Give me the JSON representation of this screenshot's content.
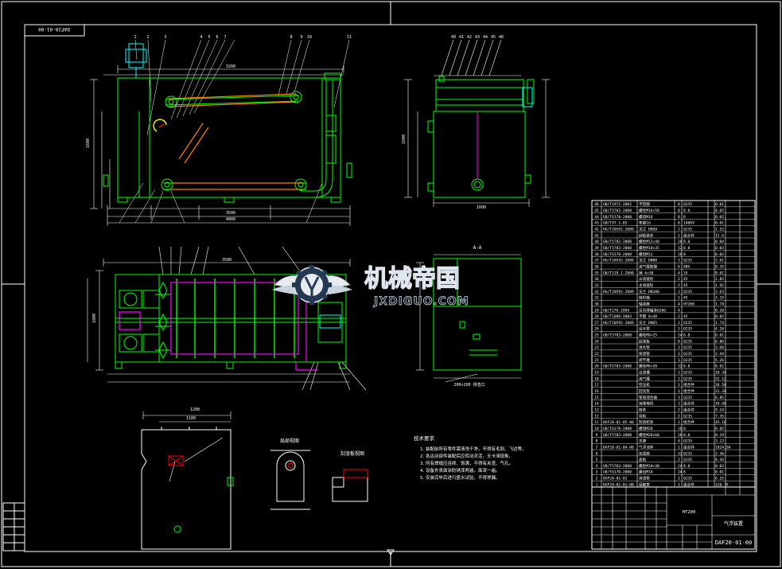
{
  "drawing": {
    "number_rotated": "DAF20-01-00",
    "number_title_block": "DAF20-01-00",
    "title_block_name": "气浮装置",
    "title_block_material": "HT200",
    "section_label": "A-A",
    "note_heading": "技术要求",
    "notes": [
      "1. 装配前所有零件需清洗干净，不得有毛刺、飞边等。",
      "2. 各运动部件装配后应转动灵活，无卡滞现象。",
      "3. 所有焊缝应连续、饱满，不得有夹渣、气孔。",
      "4. 设备外表面涂防锈漆两遍，面漆一遍。",
      "5. 安装完毕后进行盛水试验，不得渗漏。"
    ],
    "detail_labels": [
      "局部视图",
      "刮渣板视图"
    ],
    "top_item_numbers": [
      "1",
      "2",
      "3",
      "4",
      "5",
      "6",
      "7",
      "8",
      "9",
      "10",
      "11"
    ],
    "right_item_numbers": [
      "40",
      "41",
      "42",
      "43",
      "44",
      "45",
      "46"
    ]
  },
  "parts_list": {
    "rows": [
      [
        "46",
        "GB/T1972-2002",
        "平垫圈",
        "8",
        "Q235",
        "",
        "0.01"
      ],
      [
        "45",
        "GB/T5783-2000",
        "螺栓M16×50",
        "8",
        "8.8",
        "",
        "0.05"
      ],
      [
        "44",
        "GB/T6170-2000",
        "螺母M16",
        "8",
        "8",
        "",
        "0.02"
      ],
      [
        "43",
        "GB/T97.1-85",
        "垫圈16",
        "8",
        "140HV",
        "",
        "0.01"
      ],
      [
        "42",
        "HG/T20592-2009",
        "法兰 DN50",
        "2",
        "Q235",
        "",
        "1.52"
      ],
      [
        "41",
        "",
        "刮板链条",
        "1",
        "组合件",
        "",
        "12.6"
      ],
      [
        "40",
        "GB/T5782-2000",
        "螺栓M12×40",
        "16",
        "8.8",
        "",
        "0.04"
      ],
      [
        "39",
        "GB/T5783-2000",
        "螺栓M10×35",
        "12",
        "8.8",
        "",
        "0.03"
      ],
      [
        "38",
        "GB/T6170-2000",
        "螺母M12",
        "16",
        "8",
        "",
        "0.02"
      ],
      [
        "37",
        "HG/T20592-2009",
        "法兰 DN80",
        "1",
        "Q235",
        "",
        "2.01"
      ],
      [
        "36",
        "",
        "溶气释放器",
        "6",
        "ABS",
        "",
        "0.35"
      ],
      [
        "35",
        "GB/T119.1-2000",
        "销 6×30",
        "4",
        "35",
        "",
        "0.01"
      ],
      [
        "34",
        "",
        "从动链轮",
        "2",
        "45",
        "",
        "1.85"
      ],
      [
        "33",
        "",
        "主动链轮",
        "2",
        "45",
        "",
        "1.92"
      ],
      [
        "32",
        "HG/T20592-2009",
        "法兰 DN100",
        "1",
        "Q235",
        "",
        "2.63"
      ],
      [
        "31",
        "",
        "链轮轴",
        "1",
        "45",
        "",
        "3.15"
      ],
      [
        "30",
        "",
        "轴承座",
        "4",
        "HT200",
        "",
        "1.78"
      ],
      [
        "29",
        "GB/T276-1994",
        "深沟球轴承6206",
        "4",
        "",
        "",
        "0.20"
      ],
      [
        "28",
        "GB/T1096-2003",
        "平键 8×40",
        "2",
        "45",
        "",
        "0.02"
      ],
      [
        "27",
        "HG/T20592-2009",
        "法兰 DN65",
        "1",
        "Q235",
        "",
        "1.74"
      ],
      [
        "26",
        "",
        "出水管",
        "1",
        "Q235",
        "",
        "4.26"
      ],
      [
        "25",
        "GB/T5783-2000",
        "螺栓M8×25",
        "24",
        "8.8",
        "",
        "0.01"
      ],
      [
        "24",
        "",
        "刮渣板",
        "8",
        "Q235",
        "",
        "0.86"
      ],
      [
        "23",
        "",
        "进水管",
        "1",
        "Q235",
        "",
        "3.68"
      ],
      [
        "22",
        "",
        "排泥管",
        "1",
        "Q235",
        "",
        "2.44"
      ],
      [
        "21",
        "",
        "调节堰",
        "1",
        "Q235",
        "",
        "5.26"
      ],
      [
        "20",
        "GB/T5783-2000",
        "螺栓M6×20",
        "32",
        "8.8",
        "",
        "0.01"
      ],
      [
        "19",
        "",
        "出渣槽",
        "1",
        "Q235",
        "",
        "18.34"
      ],
      [
        "18",
        "",
        "溶气罐",
        "1",
        "Q235",
        "",
        "52.12"
      ],
      [
        "17",
        "",
        "空压机",
        "1",
        "组合件",
        "",
        "26.50"
      ],
      [
        "16",
        "",
        "回流泵",
        "1",
        "组合件",
        "",
        "31.20"
      ],
      [
        "15",
        "",
        "管道混合器",
        "1",
        "Q235",
        "",
        "6.85"
      ],
      [
        "14",
        "",
        "减速电机",
        "1",
        "组合件",
        "",
        "18.60"
      ],
      [
        "13",
        "",
        "链条",
        "2",
        "组合件",
        "",
        "9.24"
      ],
      [
        "12",
        "",
        "导轨",
        "2",
        "Q235",
        "",
        "7.35"
      ],
      [
        "11",
        "DAF20-01-05-00",
        "刮渣机架",
        "1",
        "组合件",
        "",
        "45.16"
      ],
      [
        "10",
        "GB/T6170-2000",
        "螺母M20",
        "16",
        "8",
        "",
        "0.05"
      ],
      [
        "9",
        "GB/T5783-2000",
        "螺栓M20×60",
        "16",
        "8.8",
        "",
        "0.19"
      ],
      [
        "8",
        "",
        "支座",
        "4",
        "Q235",
        "",
        "3.12"
      ],
      [
        "7",
        "DAF20-01-04-00",
        "气浮池体",
        "1",
        "组合件",
        "",
        "1024.50"
      ],
      [
        "6",
        "",
        "加强筋",
        "12",
        "Q235",
        "",
        "2.36"
      ],
      [
        "5",
        "",
        "盖板",
        "2",
        "Q235",
        "",
        "8.44"
      ],
      [
        "4",
        "GB/T5783-2000",
        "螺栓M10×30",
        "24",
        "8.8",
        "",
        "0.03"
      ],
      [
        "3",
        "GB/T6170-2000",
        "螺母M10",
        "24",
        "8",
        "",
        "0.01"
      ],
      [
        "2",
        "DAF20-01-02",
        "排渣管",
        "1",
        "Q235",
        "",
        "6.25"
      ],
      [
        "1",
        "DAF20-01-01-00",
        "接触室",
        "1",
        "组合件",
        "",
        "128.75"
      ]
    ]
  },
  "watermark": {
    "cn": "机械帝国",
    "en": "JXDIGUO.COM"
  },
  "colors": {
    "background": "#000000",
    "frame": "#ffffff",
    "geometry": "#00ff00",
    "dimension": "#ffffff",
    "pipe": "#ff00ff",
    "section_fill": "#00ffff",
    "motor": "#00ffff",
    "accent_yellow": "#ffff00",
    "accent_orange": "#ff8000",
    "accent_red": "#ff0000"
  }
}
